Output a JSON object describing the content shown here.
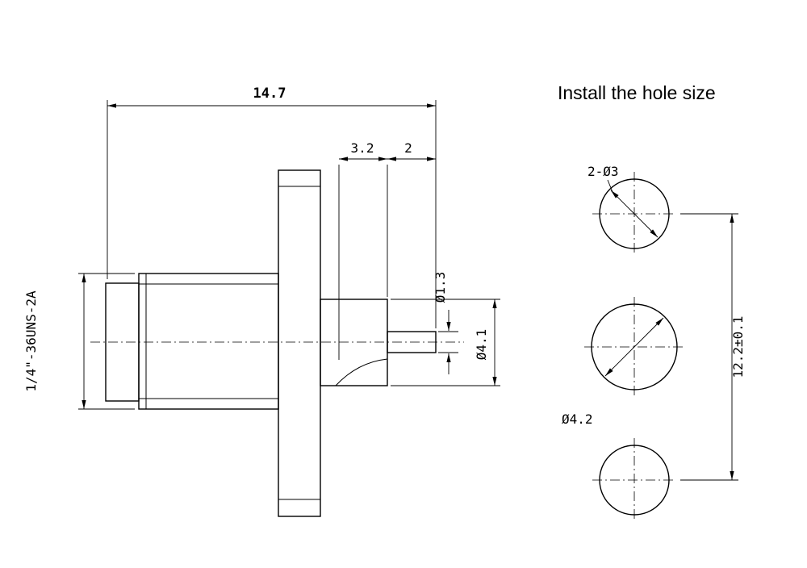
{
  "connector_view": {
    "thread_label": "1/4\"-36UNS-2A",
    "dims": {
      "overall_length": "14.7",
      "insulator_length": "3.2",
      "pin_length": "2",
      "pin_diameter": "Ø1.3",
      "insulator_diameter": "Ø4.1"
    }
  },
  "hole_diagram": {
    "title": "Install the hole size",
    "labels": {
      "mounting_holes": "2-Ø3",
      "center_hole": "Ø4.2",
      "hole_spacing": "12.2±0.1"
    }
  }
}
